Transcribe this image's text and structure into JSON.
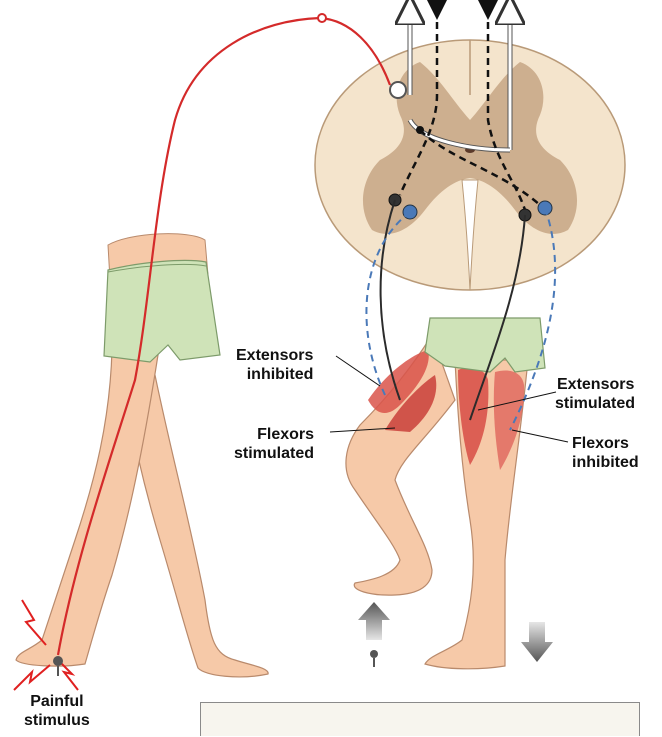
{
  "labels": {
    "extensors_inhibited": [
      "Extensors",
      "inhibited"
    ],
    "extensors_stimulated": [
      "Extensors",
      "stimulated"
    ],
    "flexors_stimulated": [
      "Flexors",
      "stimulated"
    ],
    "flexors_inhibited": [
      "Flexors",
      "inhibited"
    ],
    "painful_stimulus": [
      "Painful",
      "stimulus"
    ]
  },
  "colors": {
    "sensory_neuron": "#d42a2a",
    "motor_excite": "#2b2b2b",
    "motor_inhibit": "#4a79b8",
    "gray_matter": "#c9a888",
    "white_matter": "#f4e4cc",
    "skin": "#f6c9a8",
    "shorts": "#cfe3b8",
    "muscle": "#d9534a"
  }
}
